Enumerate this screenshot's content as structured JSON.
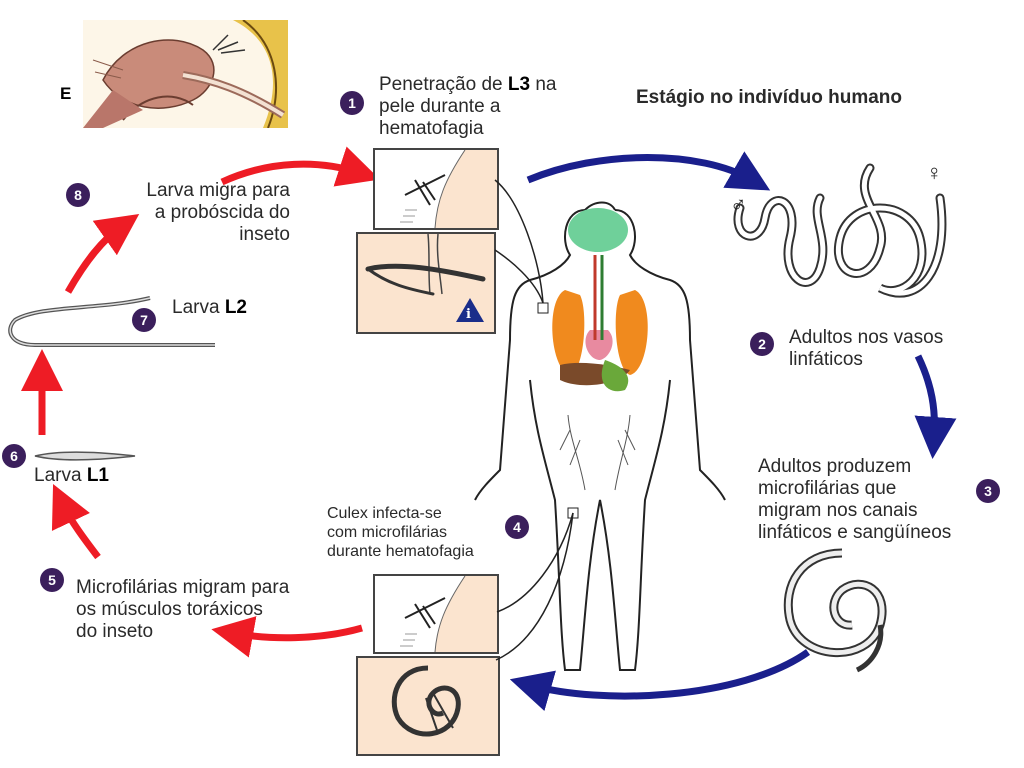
{
  "colors": {
    "arrow_red": "#ee1c25",
    "arrow_blue": "#1a1f8c",
    "badge": "#3b1f5c",
    "panel_bg": "#fbe4cf",
    "lung": "#f08a1e",
    "brain": "#6fd09a",
    "liver": "#7a4a2a",
    "stomach": "#6aa83a",
    "heart": "#e88aa0"
  },
  "header": {
    "human_stage_title": "Estágio no indivíduo humano",
    "inset_letter": "E"
  },
  "steps": [
    {
      "number": "1",
      "text_before": "Penetração de ",
      "stage": "L3",
      "text_after": " na\npele durante a\nhematofagia"
    },
    {
      "number": "2",
      "text": "Adultos nos vasos\nlinfáticos"
    },
    {
      "number": "3",
      "text": "Adultos produzem\nmicrofilárias que\nmigram nos canais\nlinfáticos e sangüíneos"
    },
    {
      "number": "4",
      "text": "Culex infecta-se\ncom microfilárias\ndurante hematofagia"
    },
    {
      "number": "5",
      "text": "Microfilárias migram para\nos músculos toráxicos\ndo inseto"
    },
    {
      "number": "6",
      "text": "Larva ",
      "stage": "L1"
    },
    {
      "number": "7",
      "text": "Larva ",
      "stage": "L2"
    },
    {
      "number": "8",
      "text": "Larva migra para\na probóscida do\ninseto"
    }
  ],
  "symbols": {
    "male": "♂",
    "female": "♀",
    "info_icon": "i"
  }
}
